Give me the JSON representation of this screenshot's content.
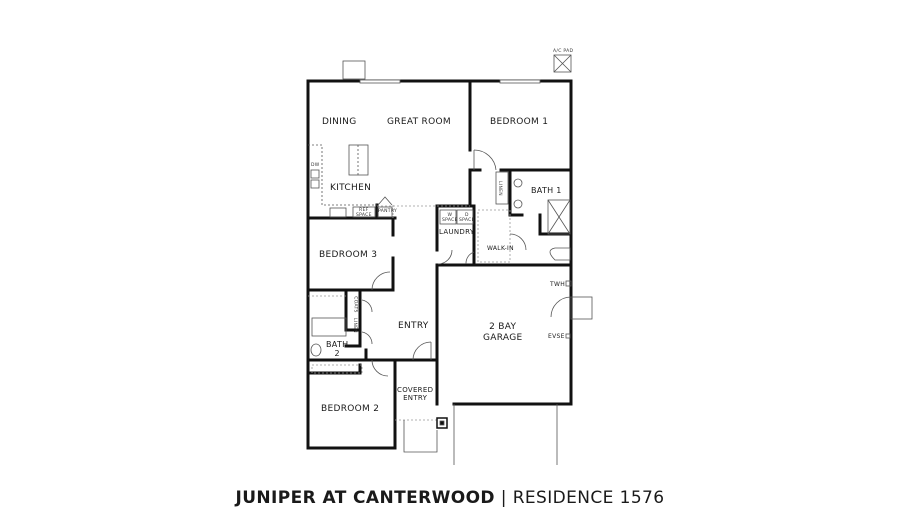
{
  "title": {
    "bold": "JUNIPER AT CANTERWOOD",
    "separator": " | ",
    "rest": "RESIDENCE 1576"
  },
  "rooms": {
    "dining": "DINING",
    "great_room": "GREAT ROOM",
    "bedroom1": "BEDROOM 1",
    "kitchen": "KITCHEN",
    "bath1": "BATH 1",
    "laundry": "LAUNDRY",
    "walk_in": "WALK-IN",
    "bedroom3": "BEDROOM 3",
    "entry": "ENTRY",
    "garage_line1": "2 BAY",
    "garage_line2": "GARAGE",
    "bath2_line1": "BATH",
    "bath2_line2": "2",
    "covered_entry_line1": "COVERED",
    "covered_entry_line2": "ENTRY",
    "bedroom2": "BEDROOM 2"
  },
  "fixtures": {
    "ac_pad": "A/C PAD",
    "dw": "DW",
    "ref_space_line1": "REF",
    "ref_space_line2": "SPACE",
    "pantry": "PANTRY",
    "linen_bath1": "LINEN",
    "w_space_line1": "W",
    "w_space_line2": "SPACE",
    "d_space_line1": "D",
    "d_space_line2": "SPACE",
    "coats": "COATS",
    "linen_hall": "LINEN",
    "twh": "TWH",
    "evse": "EVSE"
  },
  "colors": {
    "wall": "#111111",
    "thin_line": "#555555",
    "dashed": "#9a9a9a",
    "background": "#ffffff"
  }
}
